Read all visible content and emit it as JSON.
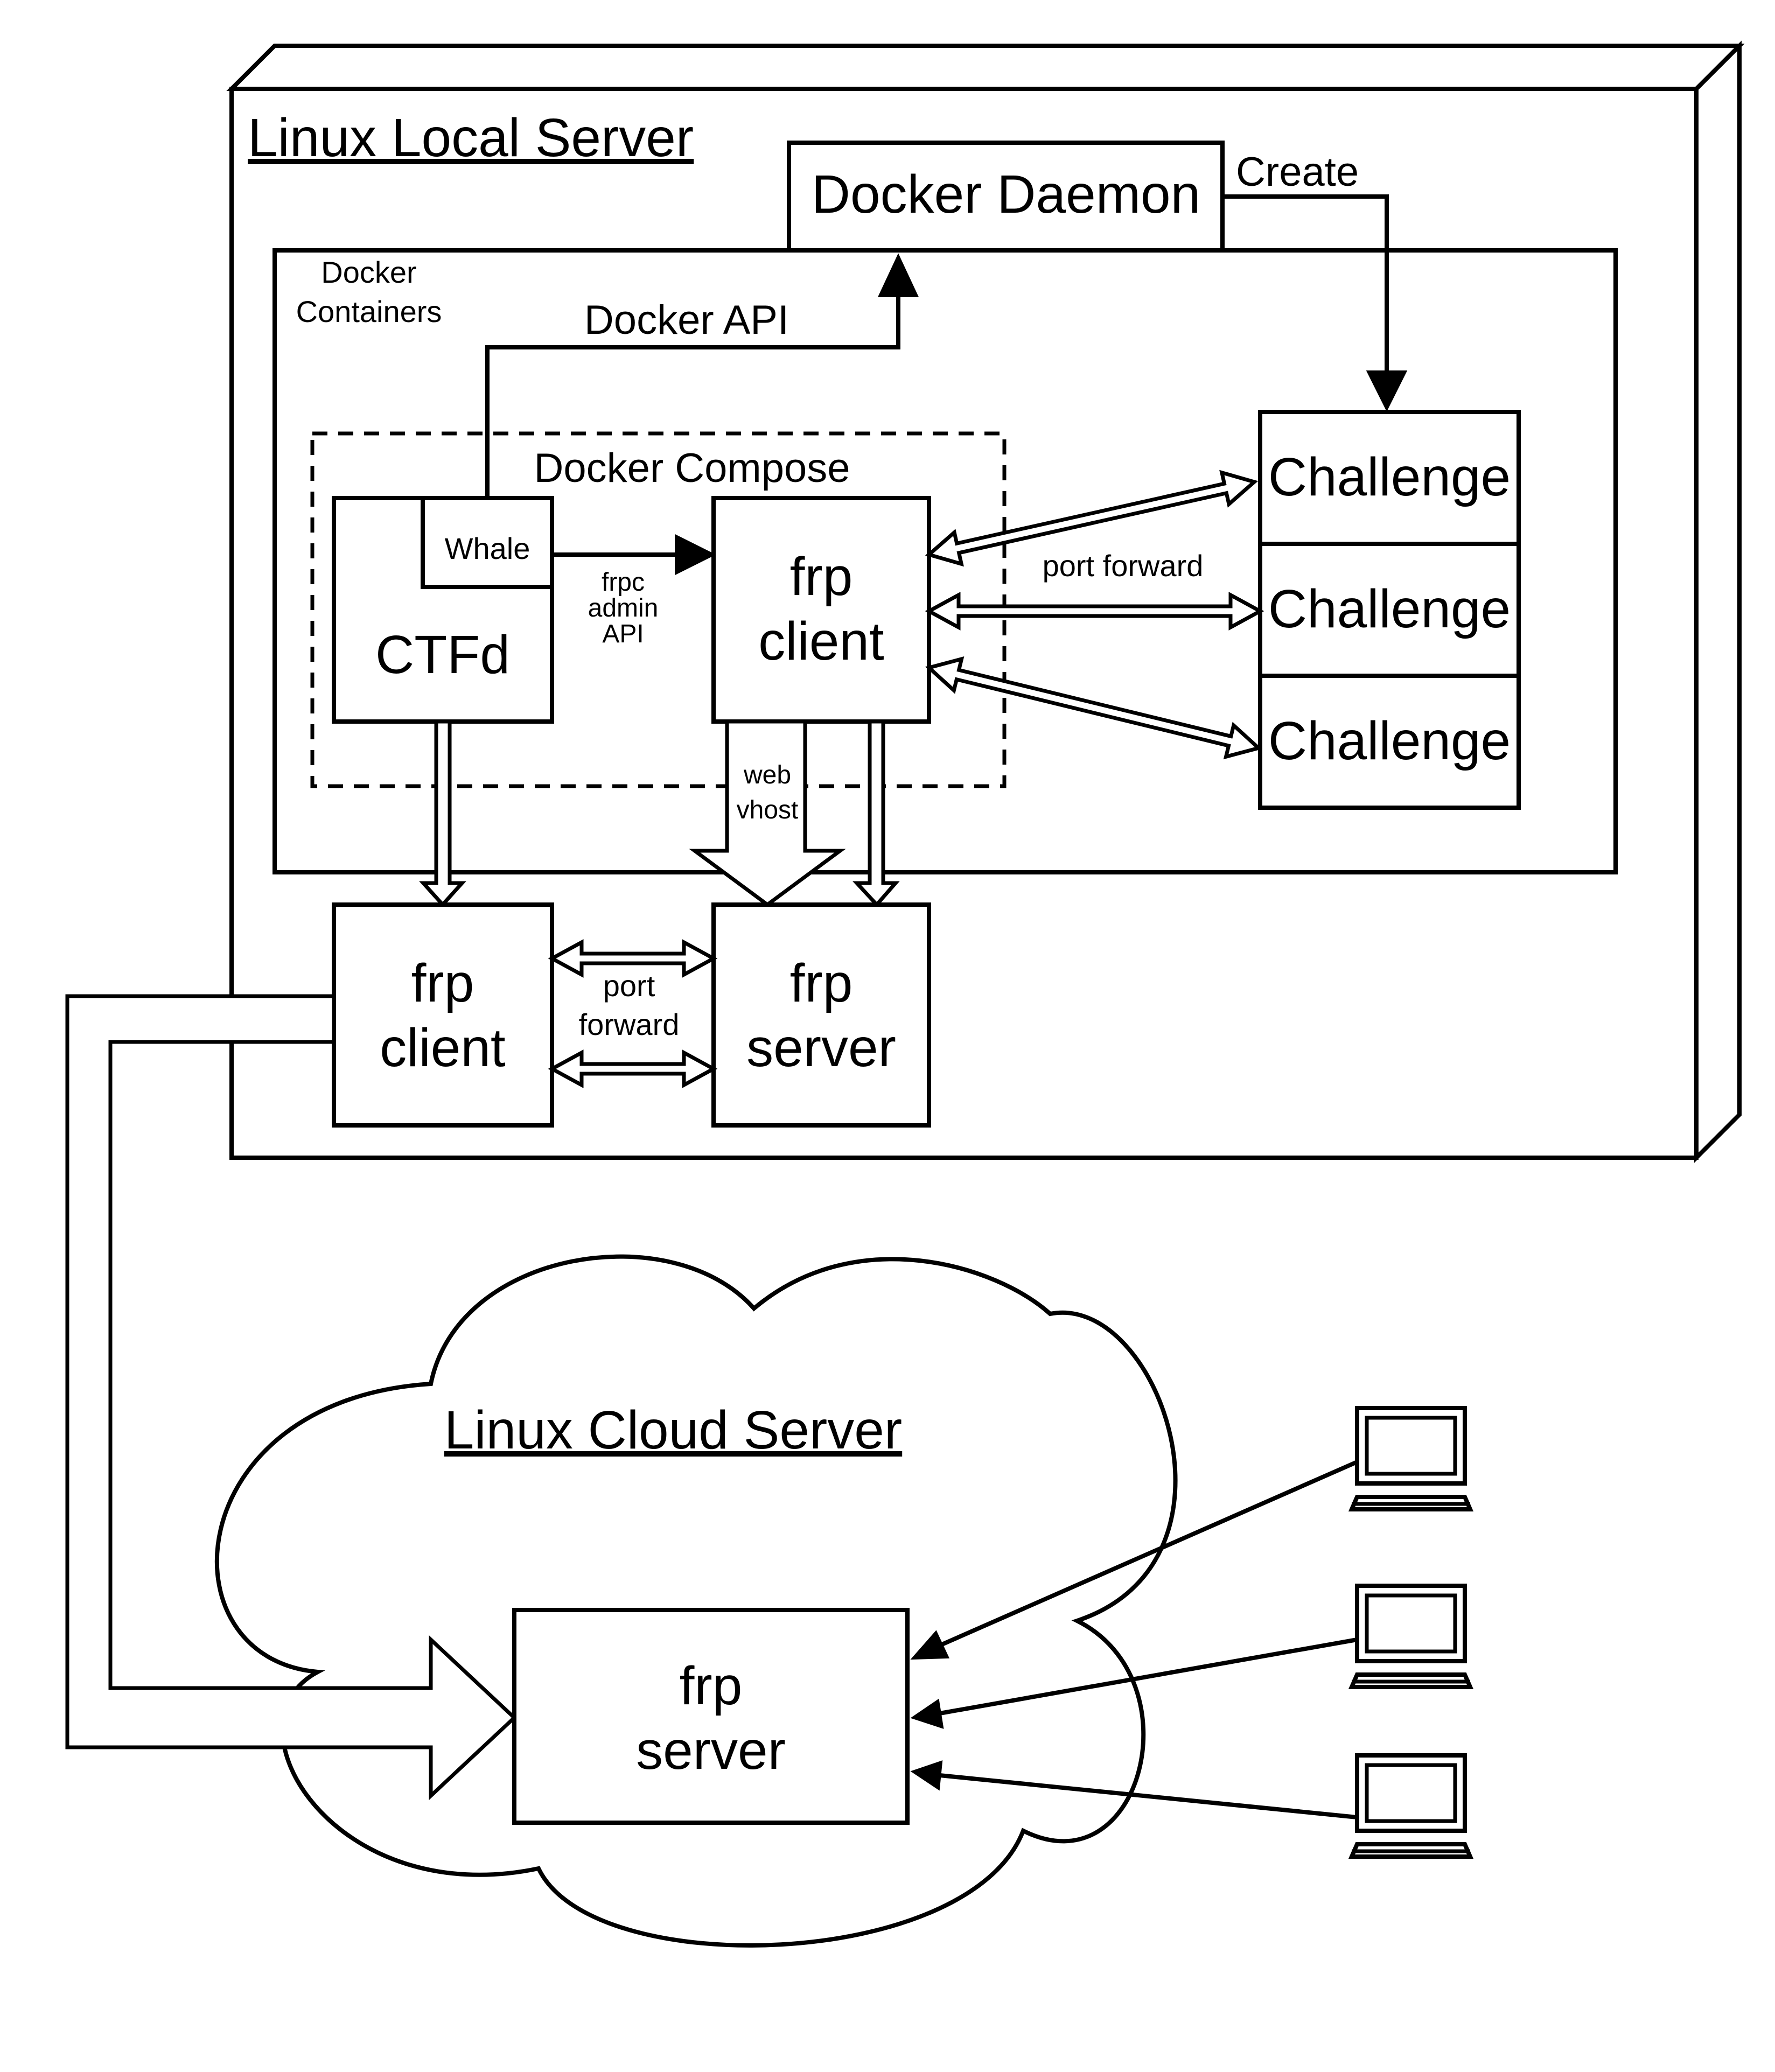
{
  "local_server": {
    "title": "Linux Local Server",
    "docker_daemon": "Docker Daemon",
    "create_label": "Create",
    "docker_containers": [
      "Docker",
      "Containers"
    ],
    "docker_api": "Docker API",
    "docker_compose": "Docker Compose",
    "whale": "Whale",
    "ctfd": "CTFd",
    "frpc_admin_api": [
      "frpc",
      "admin",
      "API"
    ],
    "inner_frp_client": [
      "frp",
      "client"
    ],
    "port_forward": "port forward",
    "challenges": [
      "Challenge",
      "Challenge",
      "Challenge"
    ],
    "web_vhost": [
      "web",
      "vhost"
    ],
    "outer_frp_client": [
      "frp",
      "client"
    ],
    "outer_port_forward": [
      "port",
      "forward"
    ],
    "outer_frp_server": [
      "frp",
      "server"
    ]
  },
  "cloud_server": {
    "title": "Linux Cloud Server",
    "frp_server": [
      "frp",
      "server"
    ],
    "clients_icon": [
      "computer-icon",
      "computer-icon",
      "computer-icon"
    ]
  }
}
